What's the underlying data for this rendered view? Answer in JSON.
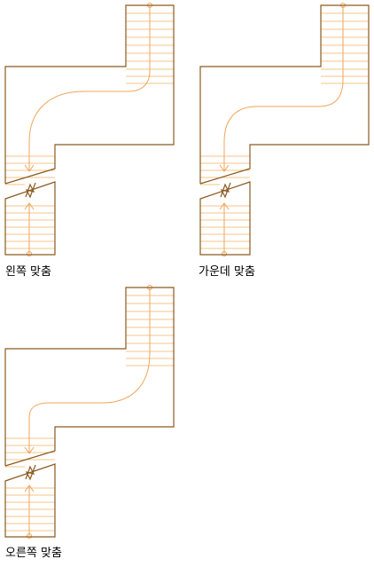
{
  "colors": {
    "outline": "#8b5a1e",
    "tread": "#f5c48a",
    "path": "#f0a55a",
    "background": "#ffffff"
  },
  "panels": [
    {
      "id": "left",
      "caption": "왼쪽 맞춤",
      "alignment": "left"
    },
    {
      "id": "center",
      "caption": "가운데 맞춤",
      "alignment": "center"
    },
    {
      "id": "right",
      "caption": "오른쪽 맞춤",
      "alignment": "right"
    }
  ]
}
